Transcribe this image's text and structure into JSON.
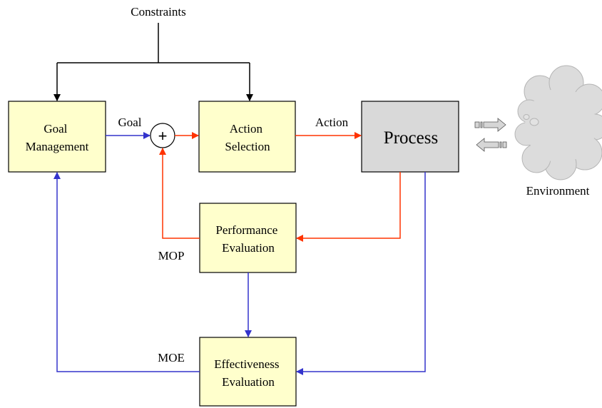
{
  "labels": {
    "constraints": "Constraints",
    "goal": "Goal",
    "action": "Action",
    "mop": "MOP",
    "moe": "MOE",
    "environment": "Environment"
  },
  "boxes": {
    "goal_management": [
      "Goal",
      "Management"
    ],
    "action_selection": [
      "Action",
      "Selection"
    ],
    "process": "Process",
    "performance_evaluation": [
      "Performance",
      "Evaluation"
    ],
    "effectiveness_evaluation": [
      "Effectiveness",
      "Evaluation"
    ]
  },
  "summing_junction_symbol": "+",
  "colors": {
    "box_fill": "#ffffcc",
    "process_fill": "#d9d9d9",
    "red_line": "#ff3300",
    "blue_line": "#3333cc",
    "black_line": "#000000",
    "cloud_fill": "#dcdcdc"
  }
}
